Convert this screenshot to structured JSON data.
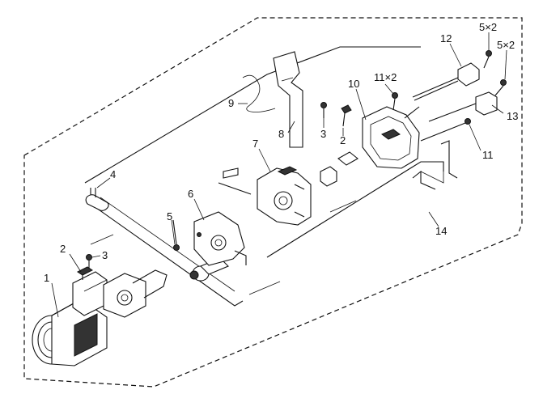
{
  "callouts": [
    {
      "id": "c1",
      "text": "1"
    },
    {
      "id": "c2a",
      "text": "2"
    },
    {
      "id": "c3a",
      "text": "3"
    },
    {
      "id": "c4",
      "text": "4"
    },
    {
      "id": "c5a",
      "text": "5"
    },
    {
      "id": "c6",
      "text": "6"
    },
    {
      "id": "c7",
      "text": "7"
    },
    {
      "id": "c8",
      "text": "8"
    },
    {
      "id": "c9",
      "text": "9"
    },
    {
      "id": "c3b",
      "text": "3"
    },
    {
      "id": "c2b",
      "text": "2"
    },
    {
      "id": "c10",
      "text": "10"
    },
    {
      "id": "c11x2",
      "text": "11×2"
    },
    {
      "id": "c12",
      "text": "12"
    },
    {
      "id": "c5x2a",
      "text": "5×2"
    },
    {
      "id": "c5x2b",
      "text": "5×2"
    },
    {
      "id": "c13",
      "text": "13"
    },
    {
      "id": "c11",
      "text": "11"
    },
    {
      "id": "c14",
      "text": "14"
    }
  ]
}
